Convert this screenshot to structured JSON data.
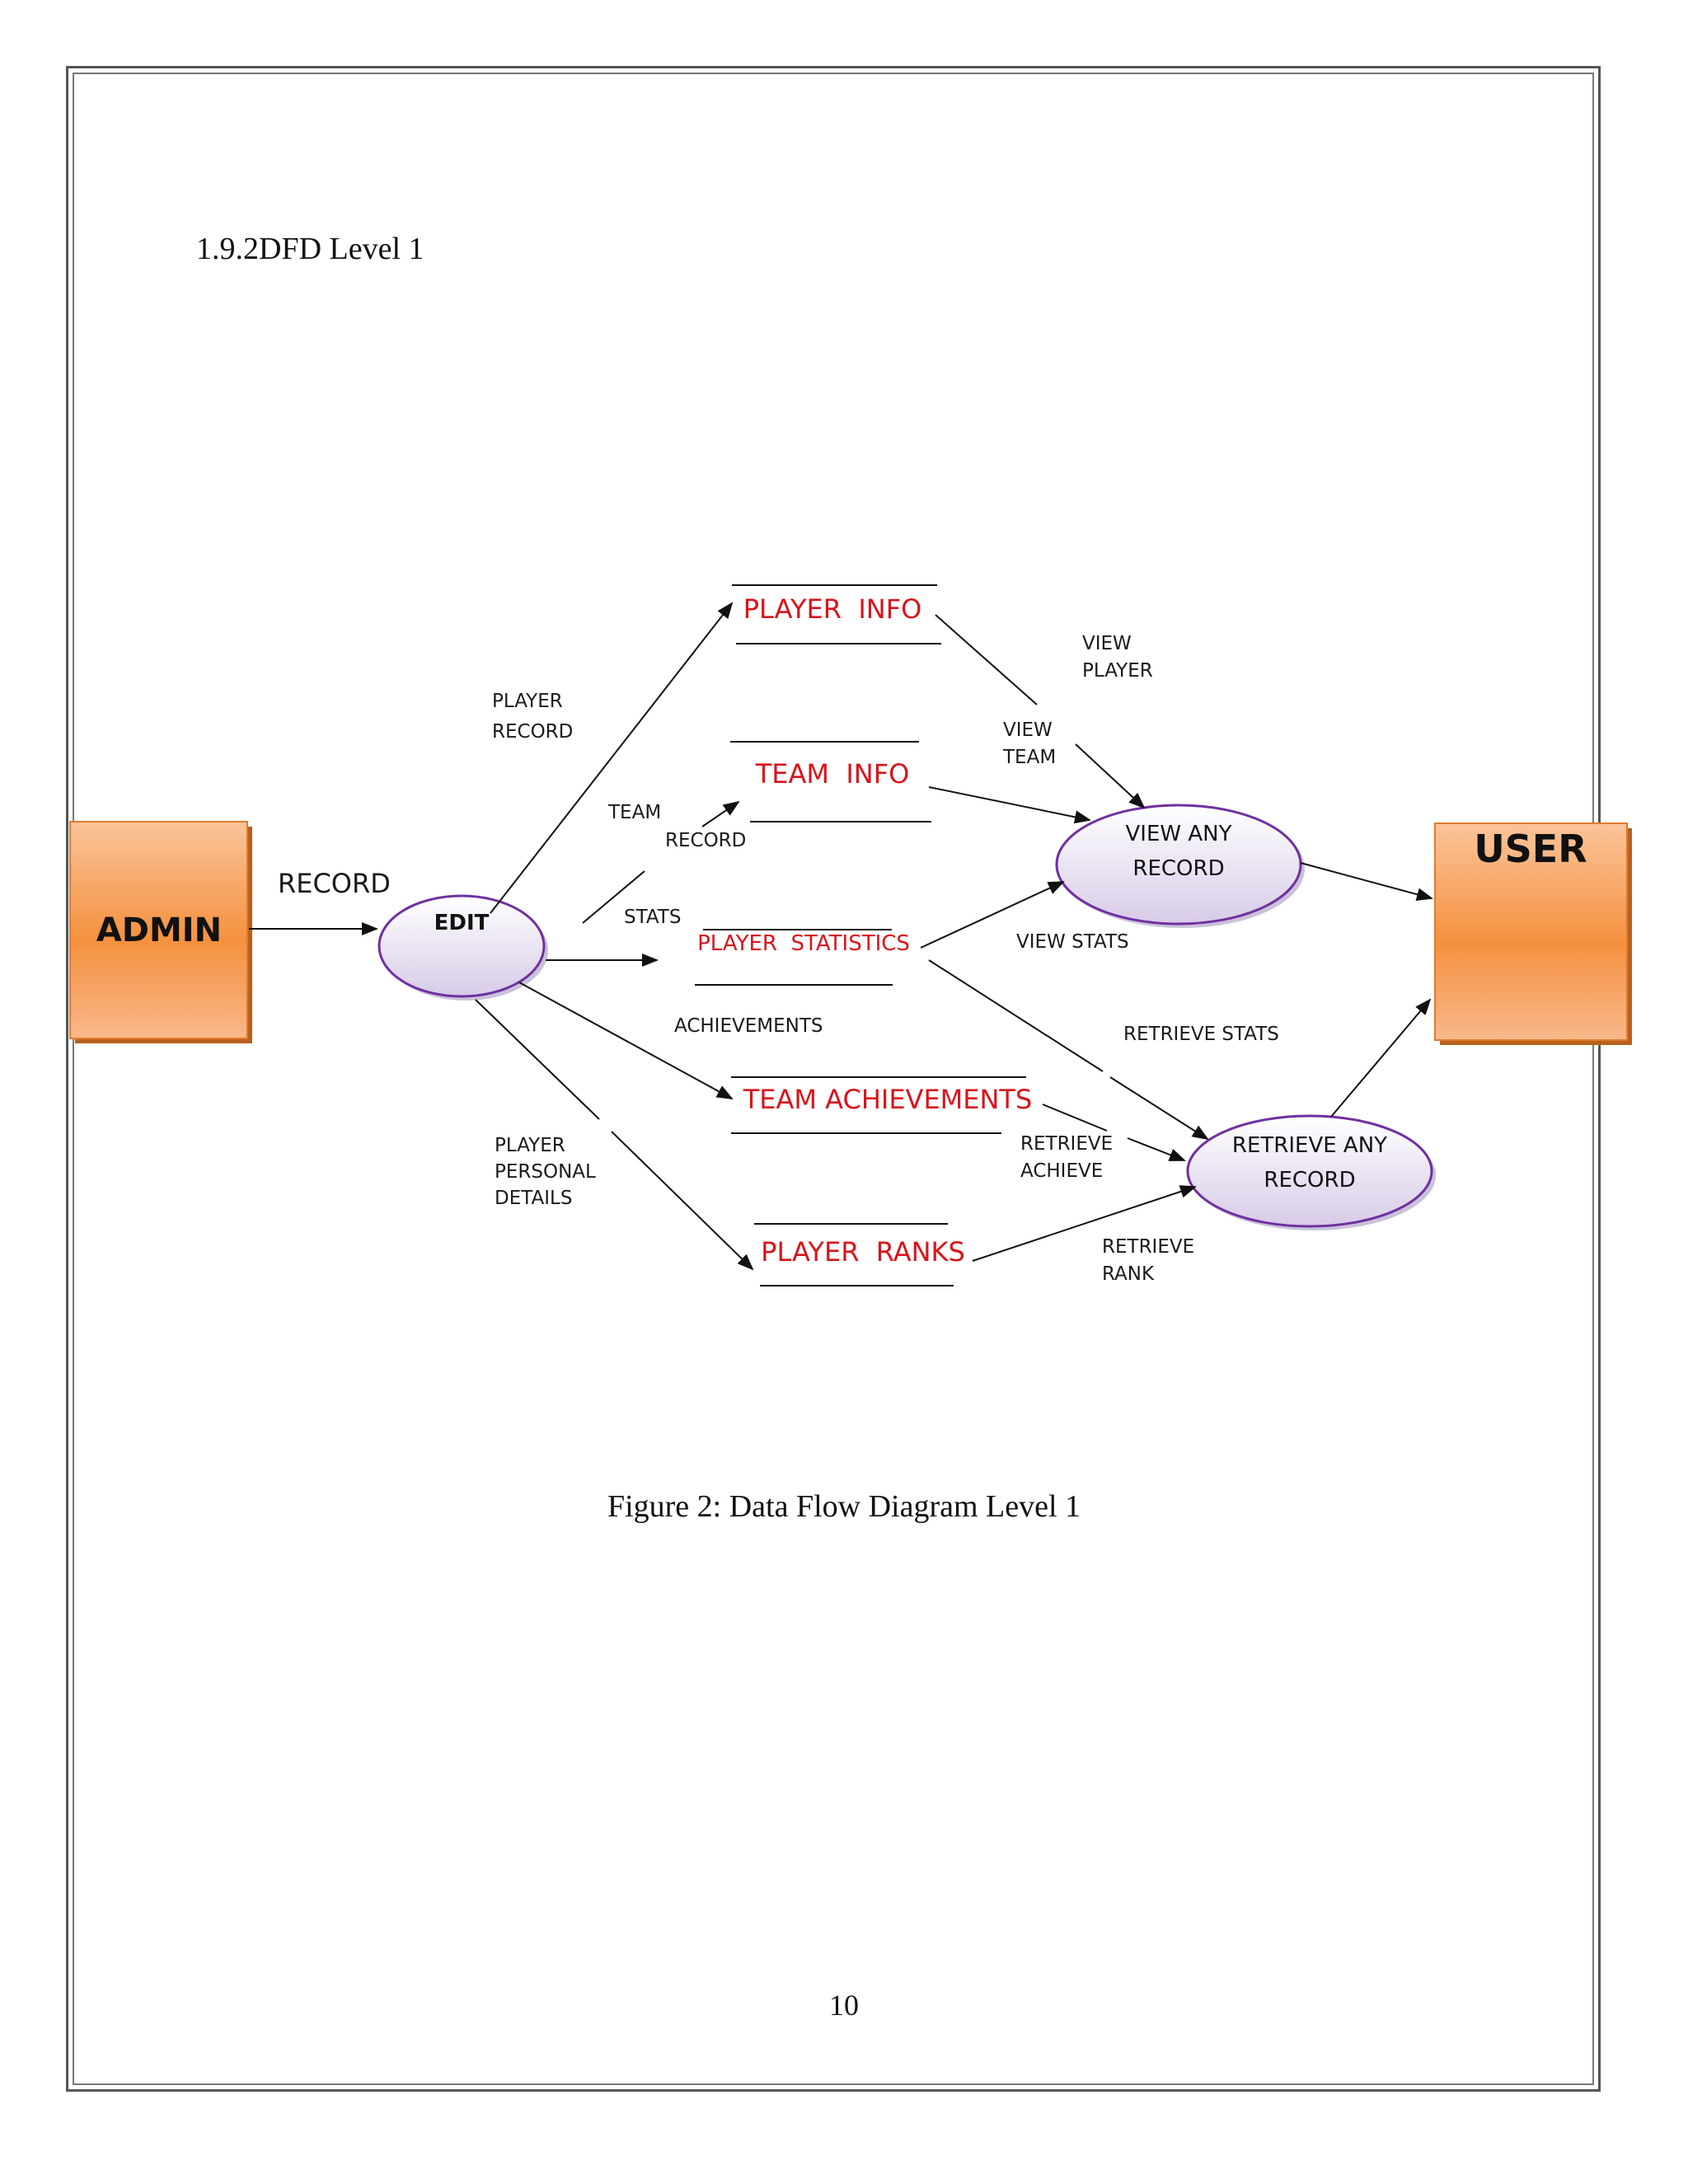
{
  "page": {
    "section_heading": "1.9.2DFD Level 1",
    "figure_caption": "Figure 2: Data Flow Diagram Level 1",
    "page_number": "10"
  },
  "diagram": {
    "entities": {
      "admin": "ADMIN",
      "user": "USER"
    },
    "processes": {
      "edit": "EDIT",
      "view_any_record": [
        "VIEW ANY",
        "RECORD"
      ],
      "retrieve_any_record": [
        "RETRIEVE ANY",
        "RECORD"
      ]
    },
    "data_stores": {
      "player_info": "PLAYER  INFO",
      "team_info": "TEAM  INFO",
      "player_statistics": "PLAYER  STATISTICS",
      "team_achievements": "TEAM ACHIEVEMENTS",
      "player_ranks": "PLAYER  RANKS"
    },
    "flow_labels": {
      "record": "RECORD",
      "player_record": [
        "PLAYER",
        "RECORD"
      ],
      "team_record_team": "TEAM",
      "team_record_record": "RECORD",
      "stats": "STATS",
      "achievements": "ACHIEVEMENTS",
      "player_personal_details": [
        "PLAYER",
        "PERSONAL",
        "DETAILS"
      ],
      "view_player": [
        "VIEW",
        "PLAYER"
      ],
      "view_team": [
        "VIEW",
        "TEAM"
      ],
      "view_stats": "VIEW STATS",
      "retrieve_stats": "RETRIEVE STATS",
      "retrieve_achieve": [
        "RETRIEVE",
        "ACHIEVE"
      ],
      "retrieve_rank": [
        "RETRIEVE",
        "RANK"
      ]
    },
    "colors": {
      "entity_fill_light": "#fbc49a",
      "entity_fill_dark": "#f4913f",
      "entity_shadow": "#b9611c",
      "process_stroke": "#7030a0",
      "process_fill_light": "#ffffff",
      "process_fill_dark": "#d7cbe7",
      "store_text": "#d9141b"
    }
  }
}
